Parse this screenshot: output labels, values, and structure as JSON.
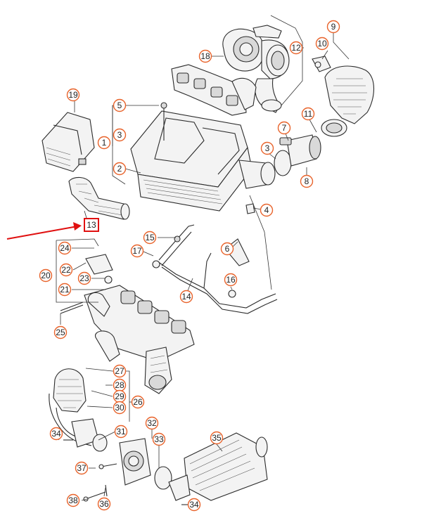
{
  "diagram": {
    "accent_color": "#e8632b",
    "highlight_color": "#e01010",
    "highlighted_part": "13",
    "callouts": [
      {
        "id": "c1",
        "label": "1"
      },
      {
        "id": "c2",
        "label": "2"
      },
      {
        "id": "c3a",
        "label": "3"
      },
      {
        "id": "c3b",
        "label": "3"
      },
      {
        "id": "c4",
        "label": "4"
      },
      {
        "id": "c5",
        "label": "5"
      },
      {
        "id": "c6",
        "label": "6"
      },
      {
        "id": "c7",
        "label": "7"
      },
      {
        "id": "c8",
        "label": "8"
      },
      {
        "id": "c9",
        "label": "9"
      },
      {
        "id": "c10",
        "label": "10"
      },
      {
        "id": "c11",
        "label": "11"
      },
      {
        "id": "c12",
        "label": "12"
      },
      {
        "id": "c13",
        "label": "13"
      },
      {
        "id": "c14",
        "label": "14"
      },
      {
        "id": "c15",
        "label": "15"
      },
      {
        "id": "c16",
        "label": "16"
      },
      {
        "id": "c17",
        "label": "17"
      },
      {
        "id": "c18",
        "label": "18"
      },
      {
        "id": "c19",
        "label": "19"
      },
      {
        "id": "c20",
        "label": "20"
      },
      {
        "id": "c21",
        "label": "21"
      },
      {
        "id": "c22",
        "label": "22"
      },
      {
        "id": "c23",
        "label": "23"
      },
      {
        "id": "c24",
        "label": "24"
      },
      {
        "id": "c25",
        "label": "25"
      },
      {
        "id": "c26",
        "label": "26"
      },
      {
        "id": "c27",
        "label": "27"
      },
      {
        "id": "c28",
        "label": "28"
      },
      {
        "id": "c29",
        "label": "29"
      },
      {
        "id": "c30",
        "label": "30"
      },
      {
        "id": "c31",
        "label": "31"
      },
      {
        "id": "c32",
        "label": "32"
      },
      {
        "id": "c33",
        "label": "33"
      },
      {
        "id": "c34a",
        "label": "34"
      },
      {
        "id": "c34b",
        "label": "34"
      },
      {
        "id": "c35",
        "label": "35"
      },
      {
        "id": "c36",
        "label": "36"
      },
      {
        "id": "c37",
        "label": "37"
      },
      {
        "id": "c38",
        "label": "38"
      }
    ]
  }
}
